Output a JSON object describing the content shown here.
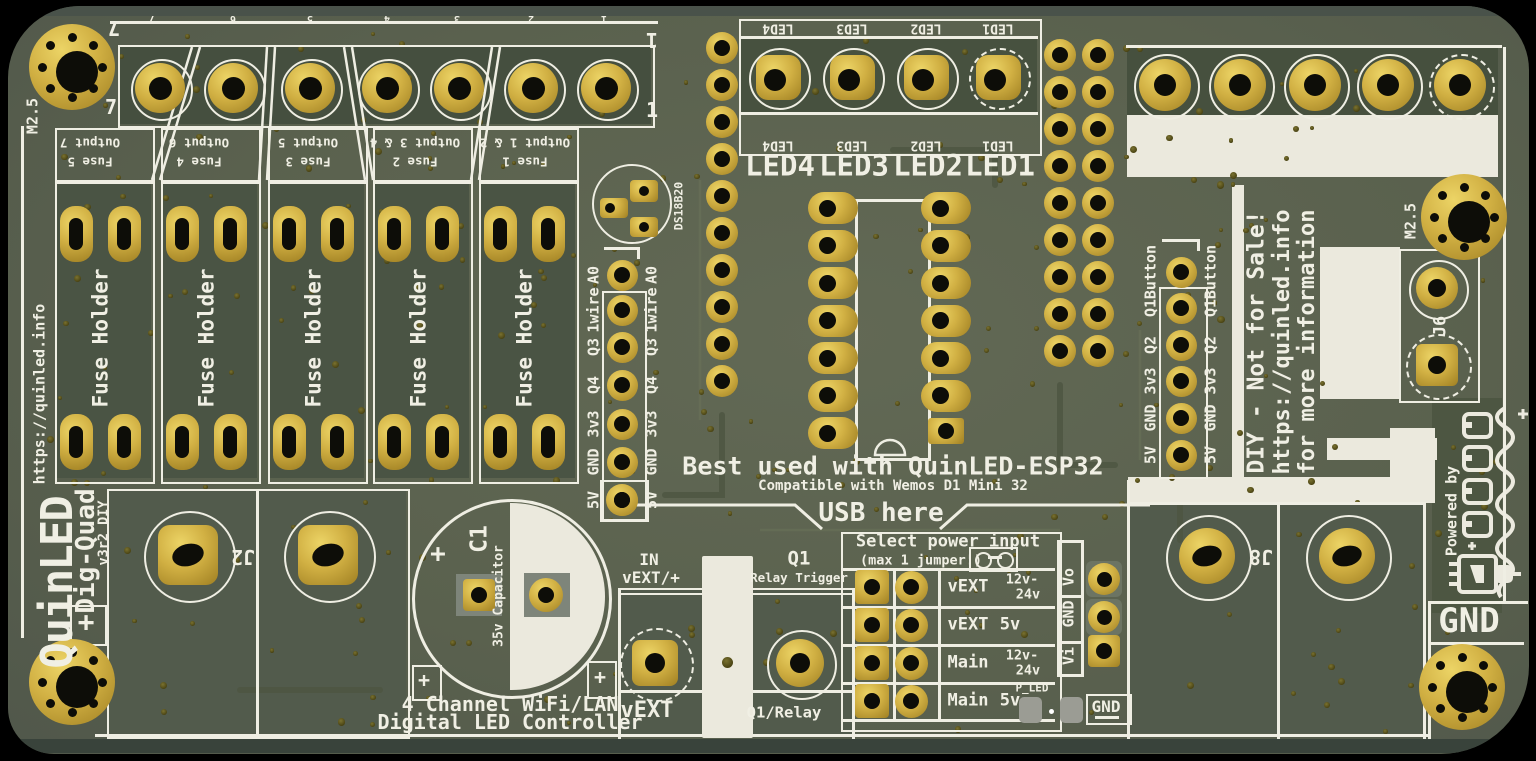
{
  "board": {
    "brand": "QuinLED",
    "model": "Dig-Quad",
    "version": "v3r2 DIY",
    "url": "https://quinled.info",
    "tagline1": "4 Channel WiFi/LAN",
    "tagline2": "Digital LED Controller",
    "mount_label": "M2.5",
    "plus": "+"
  },
  "terminals": {
    "numbers": [
      "7",
      "6",
      "5",
      "4",
      "3",
      "2",
      "1"
    ],
    "left_end": "7",
    "right_end": "1"
  },
  "fuses": {
    "holder_label": "Fuse Holder",
    "columns": [
      {
        "fuse": "Fuse 5",
        "output": "Output 7"
      },
      {
        "fuse": "Fuse 4",
        "output": "Output 6"
      },
      {
        "fuse": "Fuse 3",
        "output": "Output 5"
      },
      {
        "fuse": "Fuse 2",
        "output": "Output 3 & 4"
      },
      {
        "fuse": "Fuse 1",
        "output": "Output 1 & 2"
      }
    ]
  },
  "esp32": {
    "led_labels": [
      "LED4",
      "LED3",
      "LED2",
      "LED1"
    ],
    "note_title": "Best used with QuinLED-ESP32",
    "note_sub": "Compatible with Wemos D1 Mini 32",
    "usb": "USB here",
    "left_pins": [
      "5V",
      "GND",
      "3v3",
      "Q4",
      "Q3",
      "1wire",
      "A0"
    ],
    "right_pins": [
      "5V",
      "GND",
      "3v3",
      "Q2",
      "Q1",
      "Button"
    ],
    "sensor": "DS18B20"
  },
  "power": {
    "title": "Select power input",
    "subtitle": "(max 1 jumper!)",
    "rows": [
      {
        "name": "vEXT",
        "v1": "12v-",
        "v2": "24v"
      },
      {
        "name": "vEXT",
        "v1": "5v",
        "v2": ""
      },
      {
        "name": "Main",
        "v1": "12v-",
        "v2": "24v"
      },
      {
        "name": "Main",
        "v1": "5v",
        "v2": ""
      }
    ],
    "vio": [
      "Vo",
      "GND",
      "Vi"
    ],
    "p_led": "P_LED",
    "gnd": "GND"
  },
  "io": {
    "in_label": "IN",
    "in_sub": "vEXT/+",
    "vext": "vEXT",
    "q1": "Q1",
    "q1_sub": "Relay Trigger",
    "q1_relay": "Q1/Relay",
    "cap_ref": "C1",
    "cap_label": "35v Capacitor",
    "j2": "J2",
    "j8": "J8",
    "j6": "J6"
  },
  "right": {
    "diy1": "DIY - Not for Sale!",
    "diy2": "https://quinled.info",
    "diy3": "for more information",
    "powered_by": "Powered by",
    "gnd_big": "GND"
  }
}
